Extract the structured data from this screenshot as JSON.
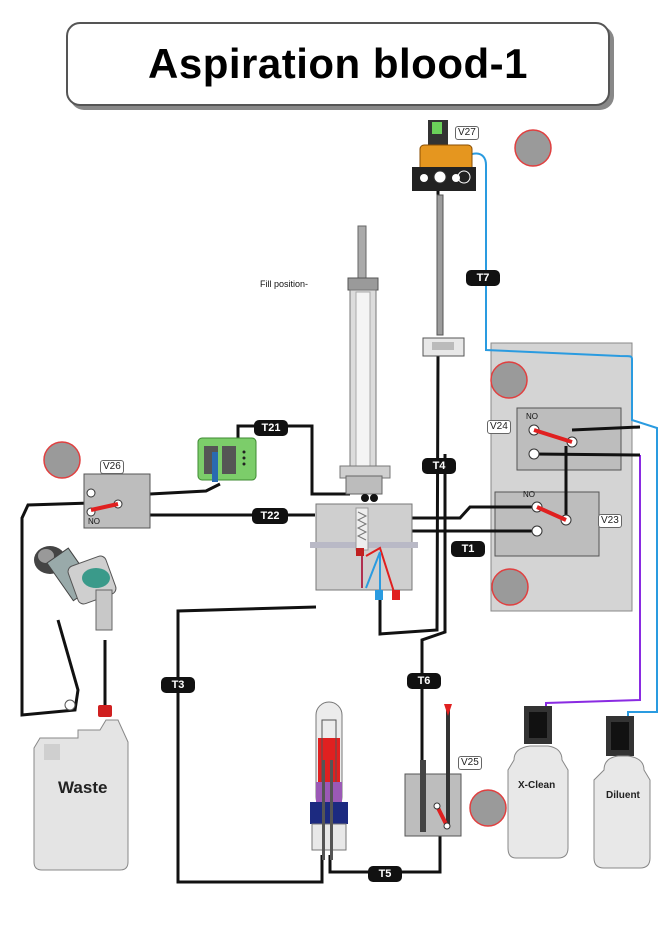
{
  "title": "Aspiration blood-1",
  "fill_position_label": "Fill position-",
  "tubes": {
    "t21": "T21",
    "t22": "T22",
    "t4": "T4",
    "t7": "T7",
    "t1": "T1",
    "t3": "T3",
    "t6": "T6",
    "t5": "T5"
  },
  "valves": {
    "v27": "V27",
    "v26": "V26",
    "v24": "V24",
    "v23": "V23",
    "v25": "V25"
  },
  "port_labels": {
    "no": "NO"
  },
  "bottles": {
    "waste": "Waste",
    "xclean": "X-Clean",
    "diluent": "Diluent"
  },
  "colors": {
    "tube": "#111111",
    "blue_line": "#2a9be0",
    "purple_line": "#8a2be2",
    "valve_red": "#e02020",
    "indicator_gray": "#9a9a9a",
    "indicator_ring": "#e04040"
  }
}
